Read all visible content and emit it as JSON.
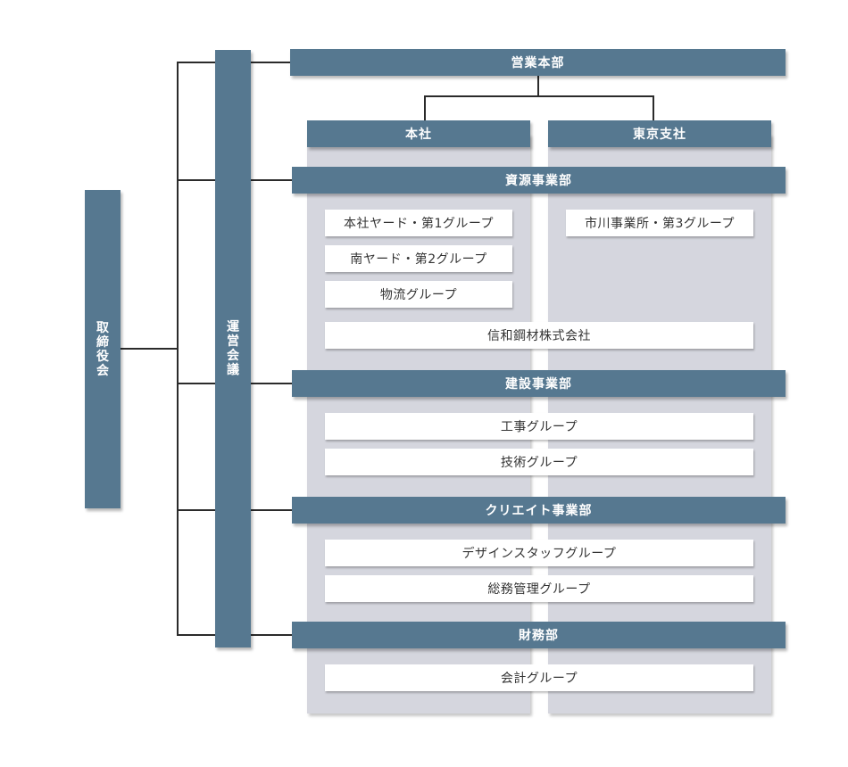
{
  "board": {
    "label_chars": [
      "取",
      "締",
      "役",
      "会"
    ]
  },
  "council": {
    "label_chars": [
      "運",
      "営",
      "会",
      "議"
    ]
  },
  "sales_hq": {
    "label": "営業本部"
  },
  "offices": {
    "honsha": "本社",
    "tokyo": "東京支社"
  },
  "divisions": {
    "resources": {
      "label": "資源事業部",
      "groups": {
        "honsha_yard": "本社ヤード・第1グループ",
        "minami_yard": "南ヤード・第2グループ",
        "logistics": "物流グループ",
        "ichikawa": "市川事業所・第3グループ",
        "subsidiary": "信和鋼材株式会社"
      }
    },
    "construction": {
      "label": "建設事業部",
      "groups": {
        "works": "工事グループ",
        "technical": "技術グループ"
      }
    },
    "create": {
      "label": "クリエイト事業部",
      "groups": {
        "design": "デザインスタッフグループ",
        "general_affairs": "総務管理グループ"
      }
    },
    "finance": {
      "label": "財務部",
      "groups": {
        "accounting": "会計グループ"
      }
    }
  },
  "colors": {
    "navy": "#567890",
    "column_grey": "#d5d6de",
    "line": "#2b2b2b",
    "box_white": "#ffffff"
  }
}
